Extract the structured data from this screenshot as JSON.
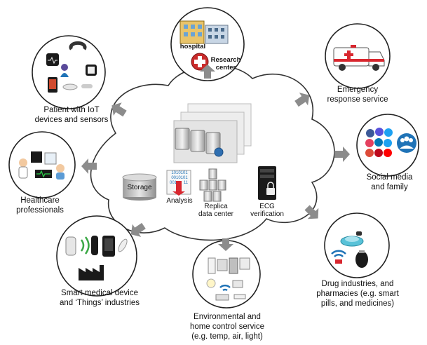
{
  "nodes": {
    "hospital": {
      "title": "",
      "sub_hospital": "hospital",
      "sub_research": "Research\ncenter"
    },
    "emergency": {
      "title": "Emergency\nresponse service"
    },
    "social": {
      "title": "Social media\nand family"
    },
    "drug": {
      "title": "Drug industries, and\npharmacies (e.g. smart\npills, and medicines)"
    },
    "environment": {
      "title": "Environmental and\nhome control service\n(e.g. temp, air, light)"
    },
    "smart_device": {
      "title": "Smart medical device\nand ‘Things’ industries"
    },
    "healthcare": {
      "title": "Healthcare\nprofessionals"
    },
    "patient": {
      "title": "Patient with IoT\ndevices and sensors"
    }
  },
  "cloud": {
    "storage": "Storage",
    "analysis": "Analysis",
    "replica": "Replica\ndata center",
    "ecg": "ECG\nverification",
    "binary": [
      "1010101",
      "0010101",
      "001",
      "11"
    ]
  },
  "colors": {
    "arrow": "#8c8c8c",
    "cloud_stroke": "#333333",
    "accent_red": "#d8262e",
    "accent_blue": "#1f73b7"
  }
}
